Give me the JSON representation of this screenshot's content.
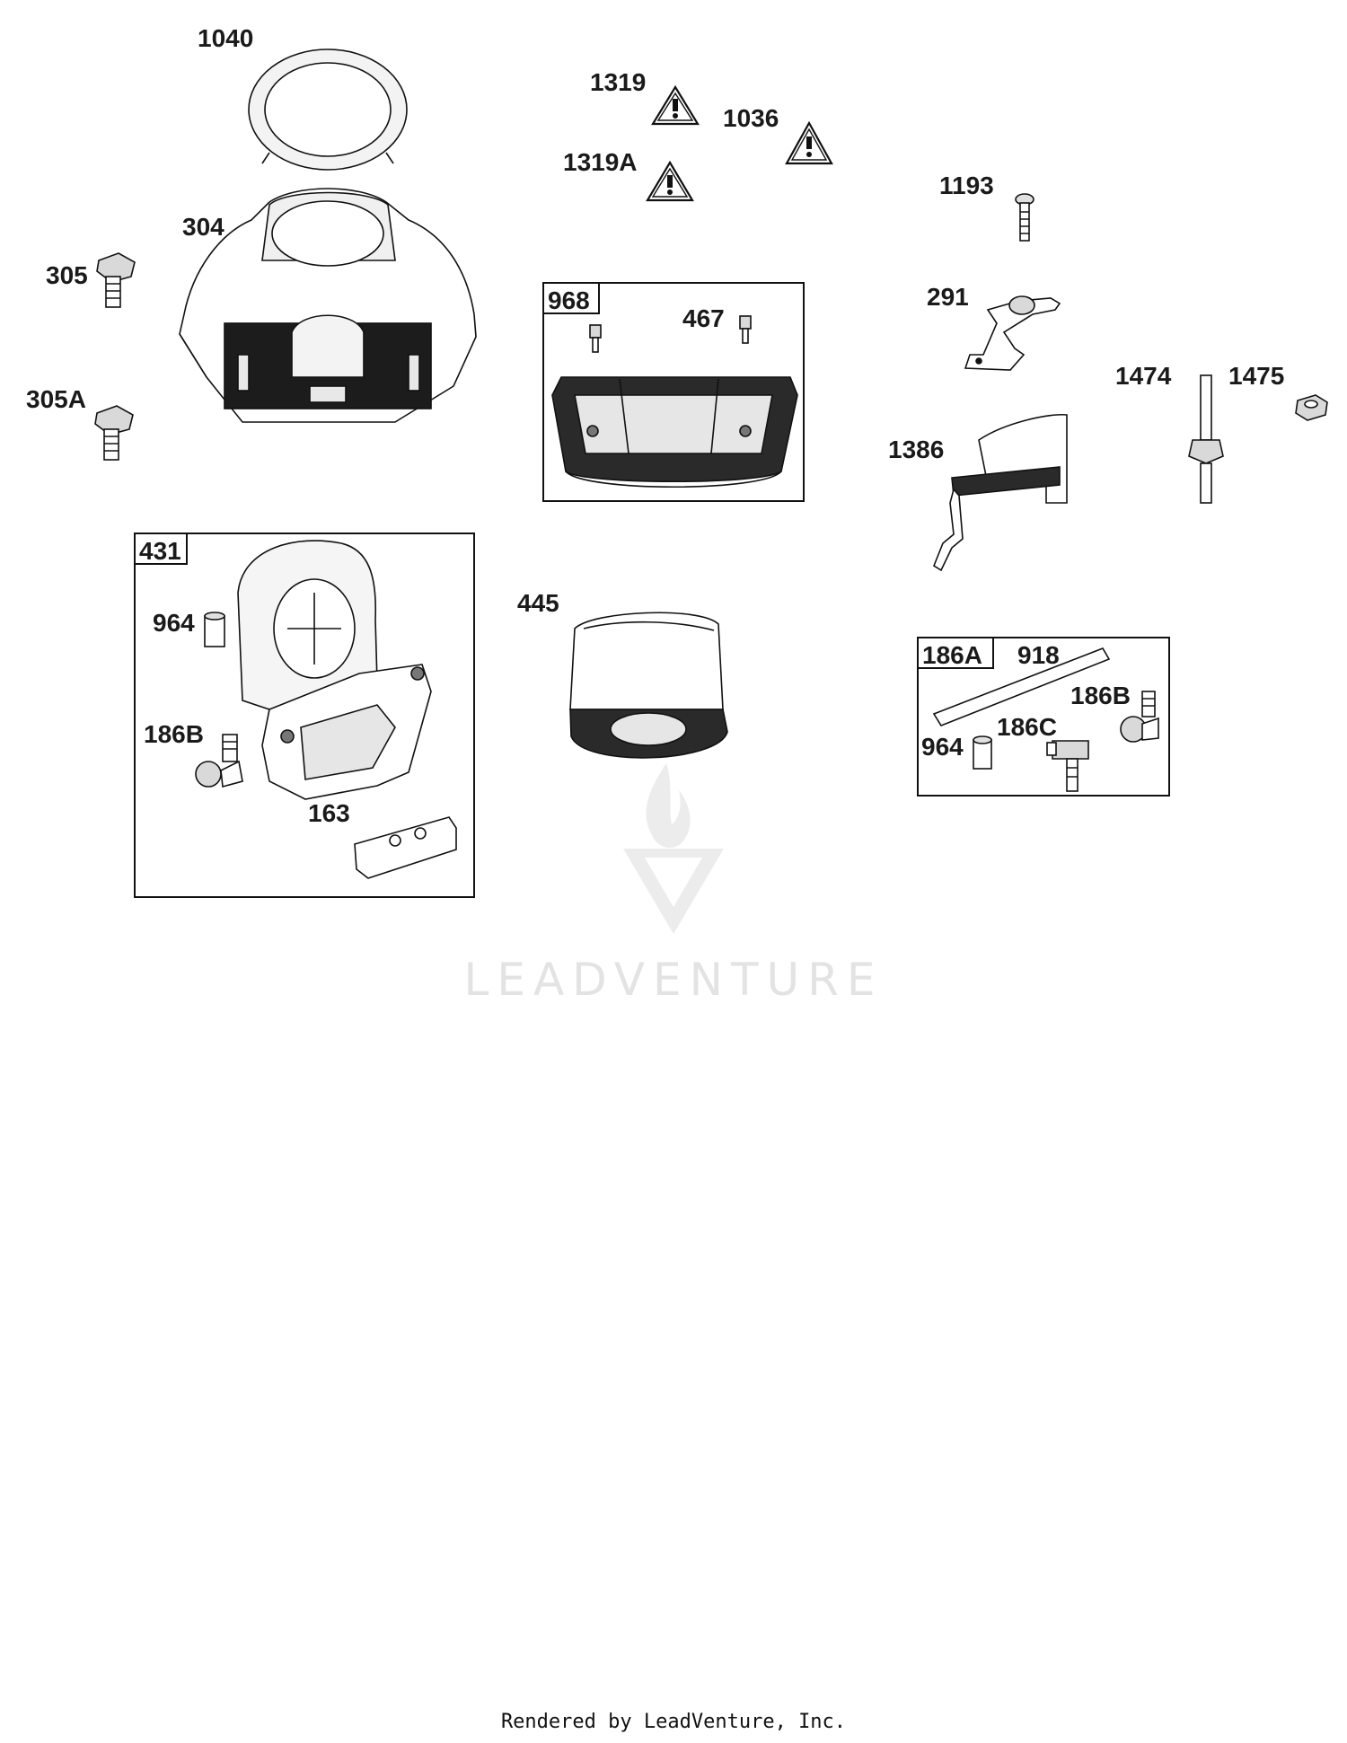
{
  "callouts": {
    "p1040": "1040",
    "p1319": "1319",
    "p1036": "1036",
    "p1319a": "1319A",
    "p1193": "1193",
    "p304": "304",
    "p305": "305",
    "p305a": "305A",
    "p467": "467",
    "p291": "291",
    "p1474": "1474",
    "p1475": "1475",
    "p1386": "1386",
    "p964_a": "964",
    "p186b_a": "186B",
    "p163": "163",
    "p445": "445",
    "p918": "918",
    "p186b_b": "186B",
    "p186c": "186C",
    "p964_b": "964"
  },
  "boxes": {
    "b968": "968",
    "b431": "431",
    "b186a": "186A"
  },
  "watermark": {
    "text": "LEADVENTURE"
  },
  "footer": {
    "text": "Rendered by LeadVenture, Inc."
  },
  "icons": [
    "warning-triangle-icon",
    "leadventure-logo-icon"
  ]
}
